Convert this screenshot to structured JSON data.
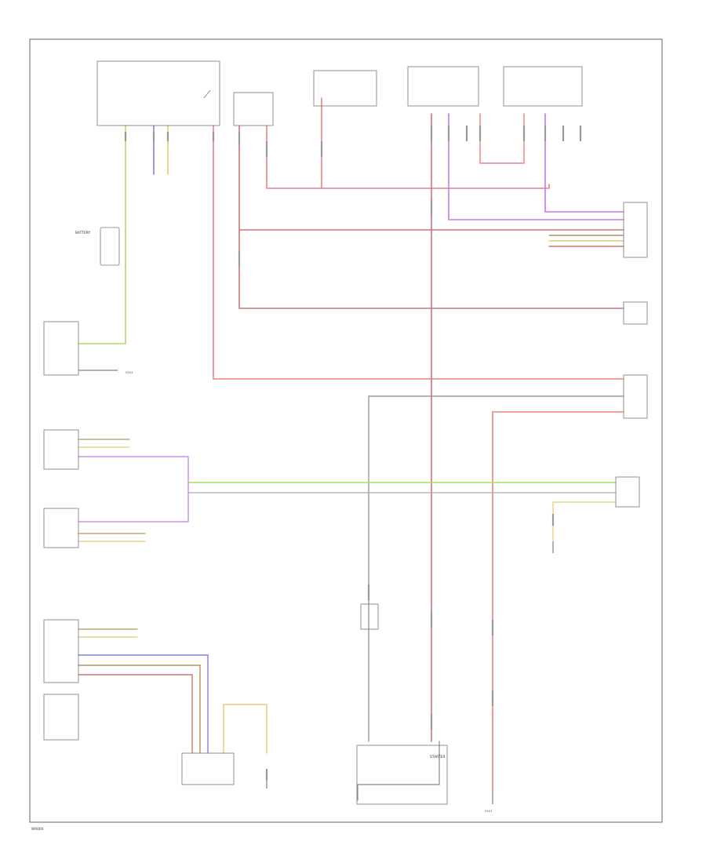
{
  "diagram_code": "W0000",
  "labels": {
    "battery": "BATTERY",
    "starter": "STARTER",
    "ground_left": "G101",
    "ground_bottom": "G101"
  },
  "colors": {
    "red": "#f08080",
    "dark_red": "#c87878",
    "green": "#a8e060",
    "blue": "#8080e8",
    "violet": "#c878e8",
    "yellow": "#e8c870",
    "brown": "#b89060",
    "gray": "#9a9a9a",
    "black": "#555555"
  }
}
